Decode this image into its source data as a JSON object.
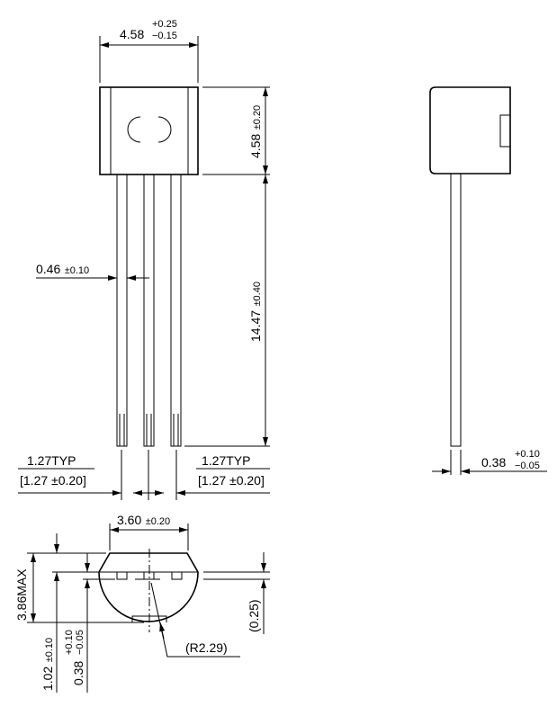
{
  "front_view": {
    "width": {
      "value": "4.58",
      "tol_plus": "+0.25",
      "tol_minus": "−0.15"
    },
    "body_height": {
      "value": "4.58",
      "tol": "±0.20"
    },
    "lead_length": {
      "value": "14.47",
      "tol": "±0.40"
    },
    "lead_width": {
      "value": "0.46",
      "tol": "±0.10"
    },
    "pitch_left": {
      "label": "1.27TYP",
      "bracket": "[1.27 ±0.20]"
    },
    "pitch_right": {
      "label": "1.27TYP",
      "bracket": "[1.27 ±0.20]"
    }
  },
  "side_view": {
    "lead_thickness": {
      "value": "0.38",
      "tol_plus": "+0.10",
      "tol_minus": "−0.05"
    }
  },
  "bottom_view": {
    "width": {
      "value": "3.60",
      "tol": "±0.20"
    },
    "height": {
      "value": "3.86MAX"
    },
    "offset": {
      "value": "1.02",
      "tol": "±0.10"
    },
    "lead_thickness": {
      "value": "0.38",
      "tol_plus": "+0.10",
      "tol_minus": "−0.05"
    },
    "gap": {
      "value": "(0.25)"
    },
    "radius": {
      "value": "(R2.29)"
    }
  }
}
